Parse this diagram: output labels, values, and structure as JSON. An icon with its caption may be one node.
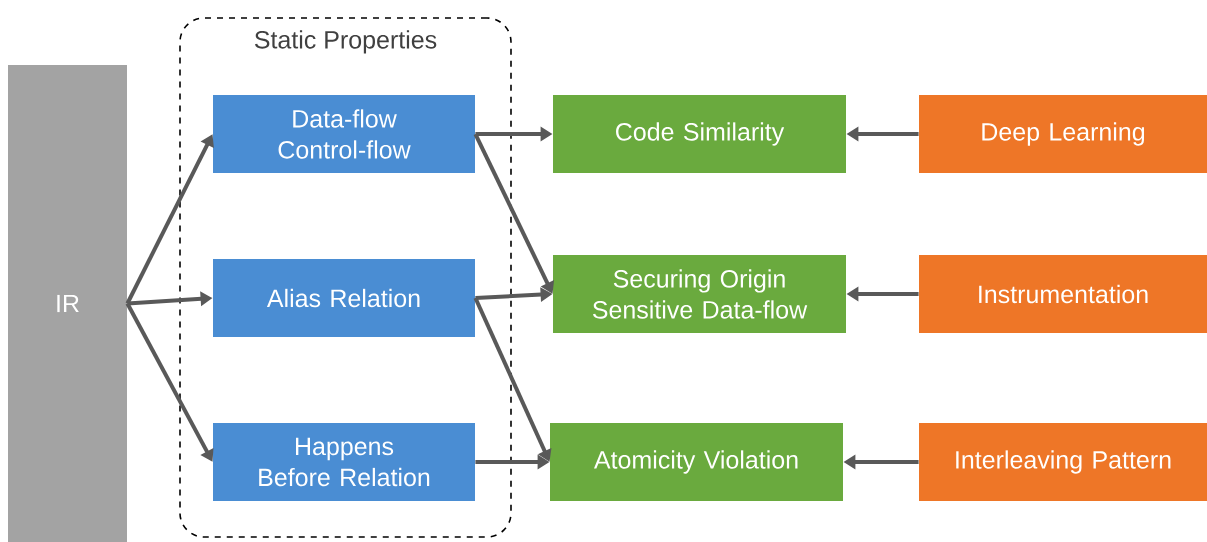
{
  "diagram": {
    "nodes": [
      {
        "text": [
          "IR"
        ]
      },
      {
        "text": [
          "Static Properties"
        ]
      },
      {
        "text": [
          "Data-flow Control-flow"
        ],
        "in": 1
      },
      {
        "text": [
          "Alias Relation"
        ],
        "in": 1
      },
      {
        "text": [
          "Happens Before Relation"
        ],
        "in": 1
      },
      {
        "text": [
          "Code Similarity"
        ]
      },
      {
        "text": [
          "Securing Origin Sensitive Data-flow"
        ]
      },
      {
        "text": [
          "Atomicity Violation"
        ]
      },
      {
        "text": [
          "Deep Learning"
        ]
      },
      {
        "text": [
          "Instrumentation"
        ]
      },
      {
        "text": [
          "Interleaving Pattern"
        ]
      }
    ],
    "edges": [
      {
        "from": 0,
        "to": 2,
        "arrow": "to"
      },
      {
        "from": 0,
        "to": 3,
        "arrow": "to"
      },
      {
        "from": 0,
        "to": 4,
        "arrow": "to"
      },
      {
        "from": 2,
        "to": 5,
        "arrow": "to"
      },
      {
        "from": 2,
        "to": 6,
        "arrow": "to"
      },
      {
        "from": 3,
        "to": 6,
        "arrow": "to"
      },
      {
        "from": 3,
        "to": 7,
        "arrow": "to"
      },
      {
        "from": 4,
        "to": 7,
        "arrow": "to"
      },
      {
        "from": 8,
        "to": 5,
        "arrow": "to"
      },
      {
        "from": 9,
        "to": 6,
        "arrow": "to"
      },
      {
        "from": 10,
        "to": 7,
        "arrow": "to"
      }
    ]
  }
}
